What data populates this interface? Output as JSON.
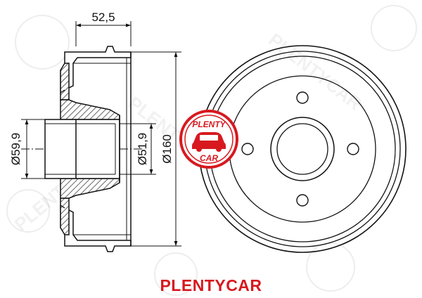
{
  "dimensions": {
    "hub_depth": "52,5",
    "hub_outer_diameter": "Ø59,9",
    "hub_inner_diameter": "Ø51,9",
    "drum_diameter": "Ø160"
  },
  "brand": {
    "caption": "PLENTYCAR",
    "logo_text_top": "PLENTY",
    "logo_text_bottom": "CAR",
    "watermark_text": "PLENTYCAR",
    "color": "#d7191f"
  },
  "icons": {
    "logo": "car-emblem-icon"
  }
}
